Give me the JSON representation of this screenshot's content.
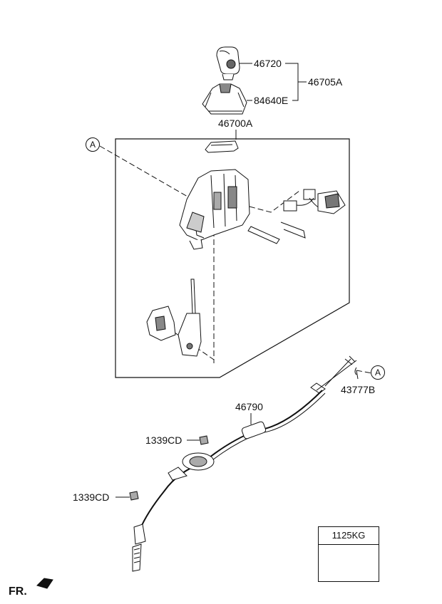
{
  "parts": {
    "knob": "46720",
    "boot": "84640E",
    "knob_assembly": "46705A",
    "lever_assembly": "46700A",
    "cable": "46790",
    "clip": "43777B",
    "nut_upper": "1339CD",
    "nut_lower": "1339CD"
  },
  "callouts": {
    "ref_a_upper": "A",
    "ref_a_lower": "A"
  },
  "legend": {
    "part": "1125KG"
  },
  "direction": {
    "label": "FR."
  },
  "colors": {
    "line": "#111111",
    "fill": "#ffffff",
    "shade": "#9a9a9a",
    "dark": "#555555"
  }
}
